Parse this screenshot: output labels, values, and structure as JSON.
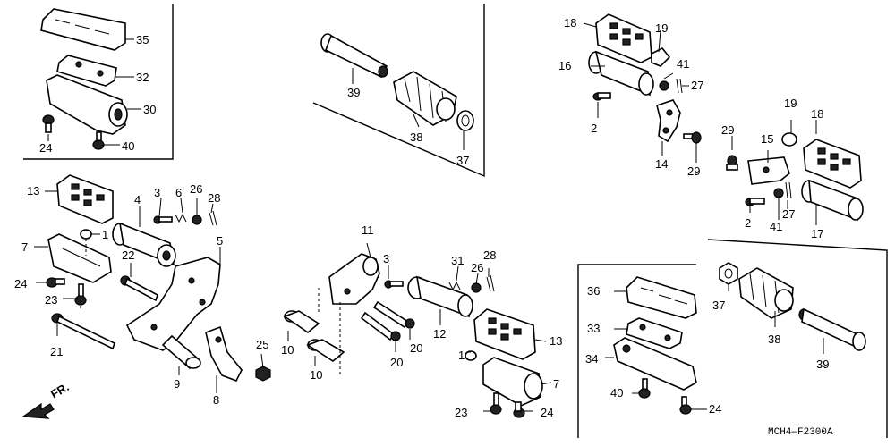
{
  "figure_code": "MCH4—F2300A",
  "direction_label": "FR.",
  "parts": [
    {
      "id": "p35",
      "number": "35"
    },
    {
      "id": "p32",
      "number": "32"
    },
    {
      "id": "p30",
      "number": "30"
    },
    {
      "id": "p24a",
      "number": "24"
    },
    {
      "id": "p40a",
      "number": "40"
    },
    {
      "id": "p39a",
      "number": "39"
    },
    {
      "id": "p38a",
      "number": "38"
    },
    {
      "id": "p37a",
      "number": "37"
    },
    {
      "id": "p18a",
      "number": "18"
    },
    {
      "id": "p19a",
      "number": "19"
    },
    {
      "id": "p16",
      "number": "16"
    },
    {
      "id": "p41a",
      "number": "41"
    },
    {
      "id": "p27a",
      "number": "27"
    },
    {
      "id": "p2a",
      "number": "2"
    },
    {
      "id": "p14",
      "number": "14"
    },
    {
      "id": "p29a",
      "number": "29"
    },
    {
      "id": "p29b",
      "number": "29"
    },
    {
      "id": "p15",
      "number": "15"
    },
    {
      "id": "p19b",
      "number": "19"
    },
    {
      "id": "p18b",
      "number": "18"
    },
    {
      "id": "p2b",
      "number": "2"
    },
    {
      "id": "p41b",
      "number": "41"
    },
    {
      "id": "p27b",
      "number": "27"
    },
    {
      "id": "p17",
      "number": "17"
    },
    {
      "id": "p13a",
      "number": "13"
    },
    {
      "id": "p3a",
      "number": "3"
    },
    {
      "id": "p6",
      "number": "6"
    },
    {
      "id": "p26a",
      "number": "26"
    },
    {
      "id": "p28a",
      "number": "28"
    },
    {
      "id": "p4",
      "number": "4"
    },
    {
      "id": "p1a",
      "number": "1"
    },
    {
      "id": "p7a",
      "number": "7"
    },
    {
      "id": "p5",
      "number": "5"
    },
    {
      "id": "p22",
      "number": "22"
    },
    {
      "id": "p24b",
      "number": "24"
    },
    {
      "id": "p23a",
      "number": "23"
    },
    {
      "id": "p21",
      "number": "21"
    },
    {
      "id": "p9",
      "number": "9"
    },
    {
      "id": "p8",
      "number": "8"
    },
    {
      "id": "p25",
      "number": "25"
    },
    {
      "id": "p11",
      "number": "11"
    },
    {
      "id": "p3b",
      "number": "3"
    },
    {
      "id": "p31",
      "number": "31"
    },
    {
      "id": "p26b",
      "number": "26"
    },
    {
      "id": "p28b",
      "number": "28"
    },
    {
      "id": "p10a",
      "number": "10"
    },
    {
      "id": "p10b",
      "number": "10"
    },
    {
      "id": "p20a",
      "number": "20"
    },
    {
      "id": "p20b",
      "number": "20"
    },
    {
      "id": "p12",
      "number": "12"
    },
    {
      "id": "p13b",
      "number": "13"
    },
    {
      "id": "p1b",
      "number": "1"
    },
    {
      "id": "p7b",
      "number": "7"
    },
    {
      "id": "p23b",
      "number": "23"
    },
    {
      "id": "p24c",
      "number": "24"
    },
    {
      "id": "p36",
      "number": "36"
    },
    {
      "id": "p33",
      "number": "33"
    },
    {
      "id": "p34",
      "number": "34"
    },
    {
      "id": "p40b",
      "number": "40"
    },
    {
      "id": "p24d",
      "number": "24"
    },
    {
      "id": "p37b",
      "number": "37"
    },
    {
      "id": "p38b",
      "number": "38"
    },
    {
      "id": "p39b",
      "number": "39"
    }
  ]
}
